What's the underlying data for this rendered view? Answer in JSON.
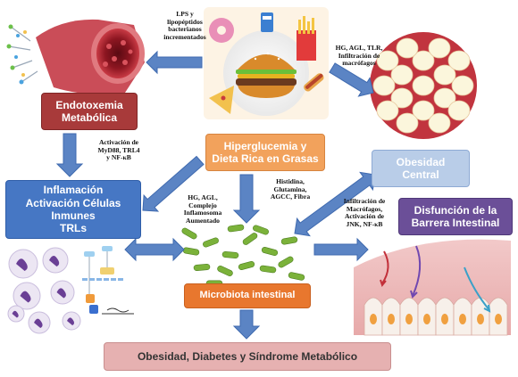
{
  "nodes": {
    "endotoxemia": {
      "lines": [
        "Endotoxemia",
        "Metabólica"
      ],
      "bg": "#a83a3a"
    },
    "hyperglycemia": {
      "lines": [
        "Hiperglucemia y",
        "Dieta Rica en Grasas"
      ],
      "bg": "#f2a25c"
    },
    "central_obesity": {
      "lines": [
        "Obesidad",
        "Central"
      ],
      "bg": "#b9cde8"
    },
    "inflammation": {
      "lines": [
        "Inflamación",
        "Activación Células",
        "Inmunes",
        "TRLs"
      ],
      "bg": "#4677c4"
    },
    "barrier_dysfunction": {
      "lines": [
        "Disfunción de la",
        "Barrera Intestinal"
      ],
      "bg": "#6b4f98"
    },
    "microbiota": {
      "text": "Microbiota intestinal",
      "bg": "#e8772e"
    },
    "outcome": {
      "text": "Obesidad, Diabetes y Síndrome Metabólico",
      "bg": "#e6b1b1"
    }
  },
  "edge_labels": {
    "lps": [
      "LPS y",
      "lipopéptidos",
      "bacterianos",
      "incrementados"
    ],
    "hg_agl_tlr": [
      "HG, AGL, TLR,",
      "Infiltración de",
      "macrófagos"
    ],
    "myd88": [
      "Activación de",
      "MyD88, TRL4",
      "y NF-κB"
    ],
    "histidina": [
      "Histidina,",
      "Glutamina,",
      "AGCC, Fibra"
    ],
    "hg_agl_complejo": [
      "HG, AGL,",
      "Complejo",
      "Inflamosoma",
      "Aumentado"
    ],
    "infiltracion": [
      "Infiltración de",
      "Macrófagos,",
      "Activación de",
      "JNK, NF-κB"
    ]
  },
  "colors": {
    "arrow": "#5b84c4",
    "arrow_dark": "#3f6aaf",
    "bacteria": "#7bb23a",
    "fat_cell": "#fbf6dc",
    "blood": "#b51f2e"
  },
  "icons": [
    "blood-vessel-icon",
    "junk-food-icon",
    "fat-tissue-icon",
    "immune-cells-icon",
    "gut-bacteria-icon",
    "intestinal-villi-icon"
  ]
}
